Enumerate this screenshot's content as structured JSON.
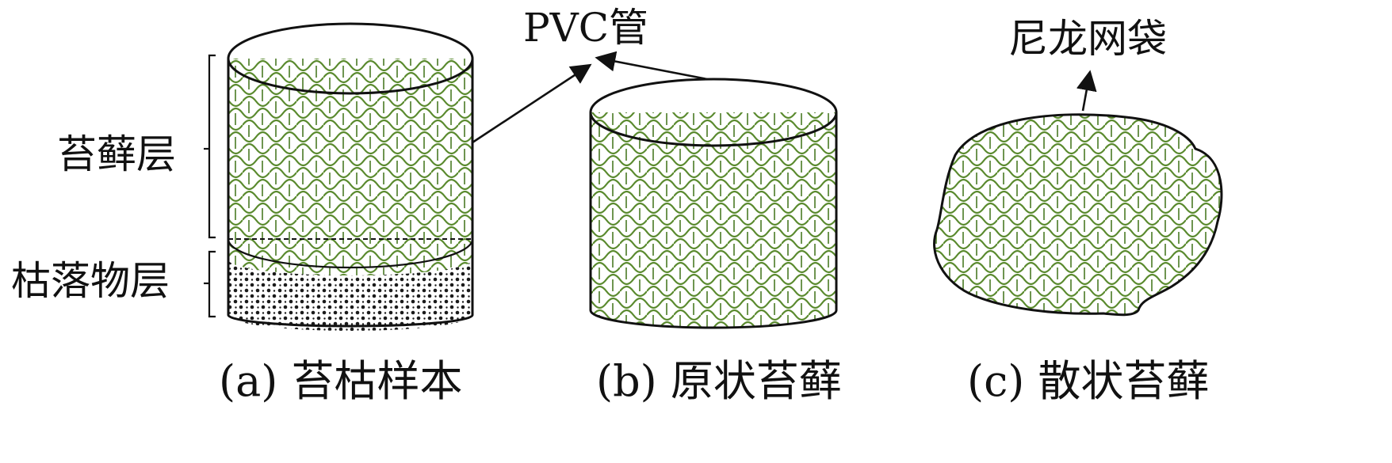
{
  "colors": {
    "moss_pattern": "#5a8a2e",
    "outline": "#111111",
    "litter_dots": "#1a1a1a",
    "background": "#ffffff"
  },
  "labels": {
    "moss_layer": "苔藓层",
    "litter_layer": "枯落物层",
    "pvc_pipe": "PVC管",
    "nylon_bag": "尼龙网袋"
  },
  "captions": {
    "a": "(a) 苔枯样本",
    "b": "(b) 原状苔藓",
    "c": "(c) 散状苔藓"
  }
}
